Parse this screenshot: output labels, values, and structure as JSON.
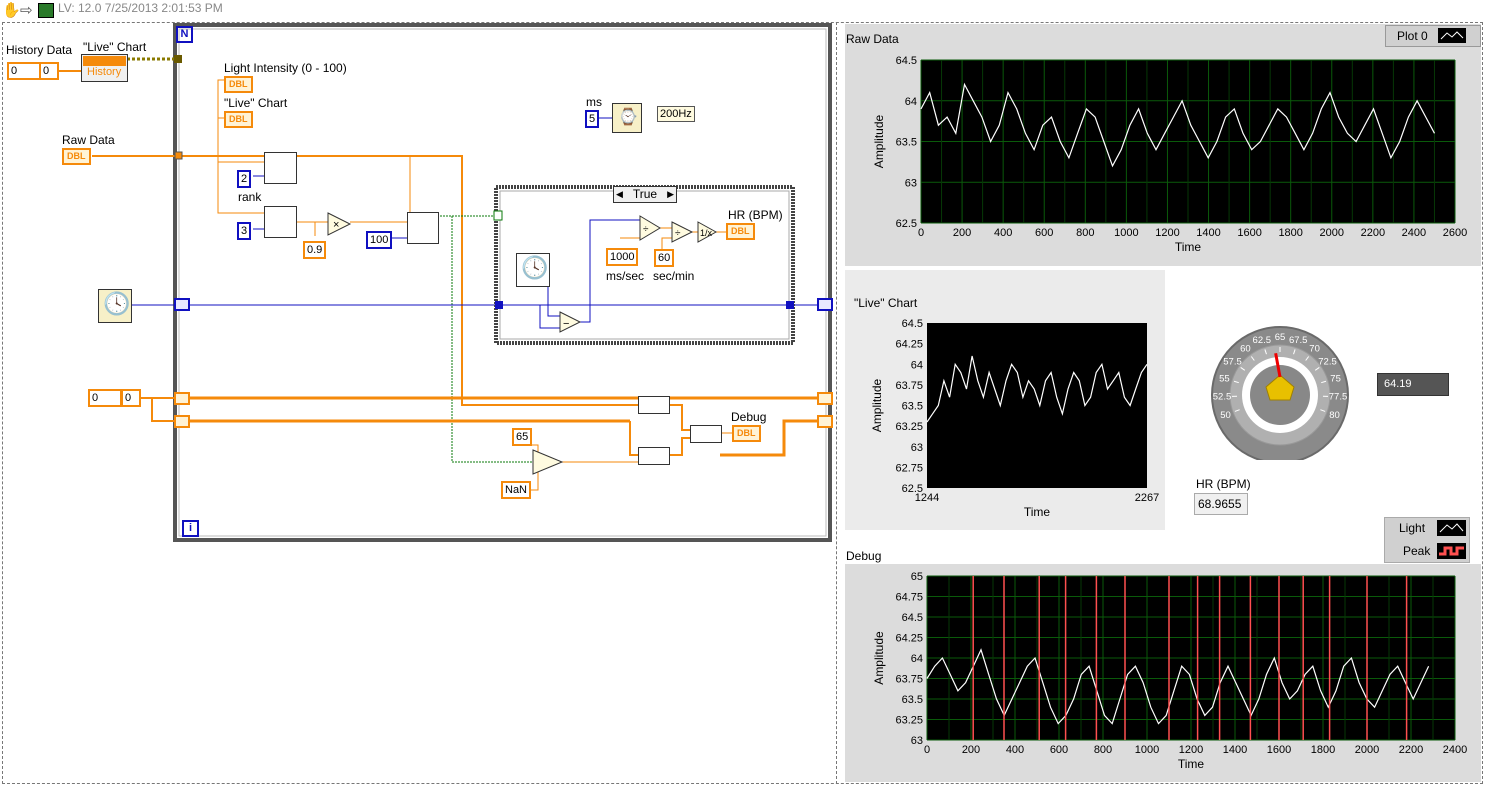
{
  "title_bar": {
    "text": "LV: 12.0 7/25/2013 2:01:53 PM"
  },
  "block_diagram": {
    "history_data_label": "History Data",
    "history_index_value": "0",
    "history_index_value2": "0",
    "live_chart_node_label": "\"Live\" Chart",
    "live_chart_node_prop": "History",
    "loop_n_label": "N",
    "loop_i_label": "i",
    "light_intensity_label": "Light Intensity (0 - 100)",
    "live_chart_label": "\"Live\" Chart",
    "raw_data_label": "Raw Data",
    "dbl_tag": "DBL",
    "ms_label": "ms",
    "ms_value": "5",
    "hz_label": "200Hz",
    "rank_label": "rank",
    "const_2": "2",
    "const_3": "3",
    "const_0_9": "0.9",
    "const_100": "100",
    "case_selector": "True",
    "const_1000": "1000",
    "ms_sec_label": "ms/sec",
    "const_60": "60",
    "sec_min_label": "sec/min",
    "hr_label": "HR  (BPM)",
    "shift_init_0": "0",
    "shift_init_0b": "0",
    "debug_label": "Debug",
    "const_65": "65",
    "const_nan": "NaN"
  },
  "front_panel": {
    "raw_data_title": "Raw Data",
    "plot_legend_label": "Plot 0",
    "live_chart_title": "\"Live\" Chart",
    "light_intensity_title": "Light Intensity (0 - 100)",
    "light_intensity_value": "64.19",
    "gauge_ticks": [
      "50",
      "52.5",
      "55",
      "57.5",
      "60",
      "62.5",
      "65",
      "67.5",
      "70",
      "72.5",
      "75",
      "77.5",
      "80"
    ],
    "hr_title": "HR  (BPM)",
    "hr_value": "68.9655",
    "legend_light": "Light",
    "legend_peak": "Peak",
    "debug_title": "Debug"
  },
  "colors": {
    "orange_wire": "#f58a0b",
    "blue_wire": "#1010c0",
    "green_wire": "#0a7a0a",
    "grid_green": "#0a5a0a",
    "peak_red": "#ff5050",
    "gauge_yellow": "#e8c000"
  },
  "chart_data": [
    {
      "type": "line",
      "title": "Raw Data",
      "xlabel": "Time",
      "ylabel": "Amplitude",
      "xlim": [
        0,
        2600
      ],
      "ylim": [
        62.5,
        64.5
      ],
      "xticks": [
        0,
        200,
        400,
        600,
        800,
        1000,
        1200,
        1400,
        1600,
        1800,
        2000,
        2200,
        2400,
        2600
      ],
      "yticks": [
        62.5,
        63,
        63.5,
        64,
        64.5
      ],
      "grid": true,
      "series": [
        {
          "name": "Plot 0",
          "x_start": 0,
          "x_end": 2500,
          "values": [
            63.9,
            64.1,
            63.7,
            63.8,
            63.6,
            64.2,
            64.0,
            63.8,
            63.5,
            63.7,
            64.1,
            63.9,
            63.6,
            63.4,
            63.7,
            63.8,
            63.5,
            63.3,
            63.6,
            63.9,
            63.8,
            63.5,
            63.2,
            63.4,
            63.7,
            63.9,
            63.6,
            63.4,
            63.6,
            63.8,
            64.0,
            63.7,
            63.5,
            63.3,
            63.5,
            63.8,
            63.9,
            63.6,
            63.4,
            63.5,
            63.7,
            63.9,
            63.8,
            63.6,
            63.4,
            63.6,
            63.9,
            64.1,
            63.8,
            63.6,
            63.5,
            63.7,
            63.9,
            63.6,
            63.3,
            63.5,
            63.8,
            64.0,
            63.8,
            63.6
          ]
        }
      ]
    },
    {
      "type": "line",
      "title": "\"Live\" Chart",
      "xlabel": "Time",
      "ylabel": "Amplitude",
      "xlim": [
        1244,
        2267
      ],
      "ylim": [
        62.5,
        64.5
      ],
      "xticks": [
        1244,
        2267
      ],
      "yticks": [
        62.5,
        62.75,
        63,
        63.25,
        63.5,
        63.75,
        64,
        64.25,
        64.5
      ],
      "grid": false,
      "series": [
        {
          "name": "Plot 0",
          "x_start": 1244,
          "x_end": 2267,
          "values": [
            63.3,
            63.4,
            63.5,
            63.8,
            63.6,
            64.0,
            63.9,
            63.7,
            64.1,
            63.8,
            63.6,
            63.9,
            63.7,
            63.5,
            63.8,
            64.0,
            63.9,
            63.6,
            63.8,
            63.7,
            63.5,
            63.8,
            63.9,
            63.6,
            63.4,
            63.7,
            63.9,
            63.8,
            63.5,
            63.6,
            63.9,
            64.0,
            63.7,
            63.8,
            63.9,
            63.6,
            63.5,
            63.7,
            63.9,
            64.0
          ]
        }
      ]
    },
    {
      "type": "line",
      "title": "Debug",
      "xlabel": "Time",
      "ylabel": "Amplitude",
      "xlim": [
        0,
        2400
      ],
      "ylim": [
        63,
        65
      ],
      "xticks": [
        0,
        200,
        400,
        600,
        800,
        1000,
        1200,
        1400,
        1600,
        1800,
        2000,
        2200,
        2400
      ],
      "yticks": [
        63,
        63.25,
        63.5,
        63.75,
        64,
        64.25,
        64.5,
        64.75,
        65
      ],
      "grid": true,
      "series": [
        {
          "name": "Light",
          "x_start": 0,
          "x_end": 2280,
          "values": [
            63.75,
            63.9,
            64.0,
            63.8,
            63.6,
            63.7,
            63.9,
            64.1,
            63.8,
            63.5,
            63.3,
            63.5,
            63.7,
            63.9,
            64.0,
            63.7,
            63.4,
            63.2,
            63.3,
            63.5,
            63.8,
            63.9,
            63.6,
            63.3,
            63.2,
            63.5,
            63.8,
            63.9,
            63.7,
            63.4,
            63.2,
            63.3,
            63.6,
            63.9,
            63.8,
            63.5,
            63.3,
            63.4,
            63.7,
            63.9,
            63.7,
            63.5,
            63.3,
            63.5,
            63.8,
            64.0,
            63.7,
            63.5,
            63.6,
            63.8,
            63.9,
            63.6,
            63.4,
            63.6,
            63.9,
            64.0,
            63.7,
            63.5,
            63.4,
            63.6,
            63.8,
            63.9,
            63.7,
            63.5,
            63.7,
            63.9
          ]
        },
        {
          "name": "Peak",
          "peaks_x": [
            210,
            350,
            510,
            630,
            770,
            900,
            1100,
            1230,
            1330,
            1470,
            1600,
            1710,
            1830,
            2000,
            2180
          ]
        }
      ]
    }
  ]
}
